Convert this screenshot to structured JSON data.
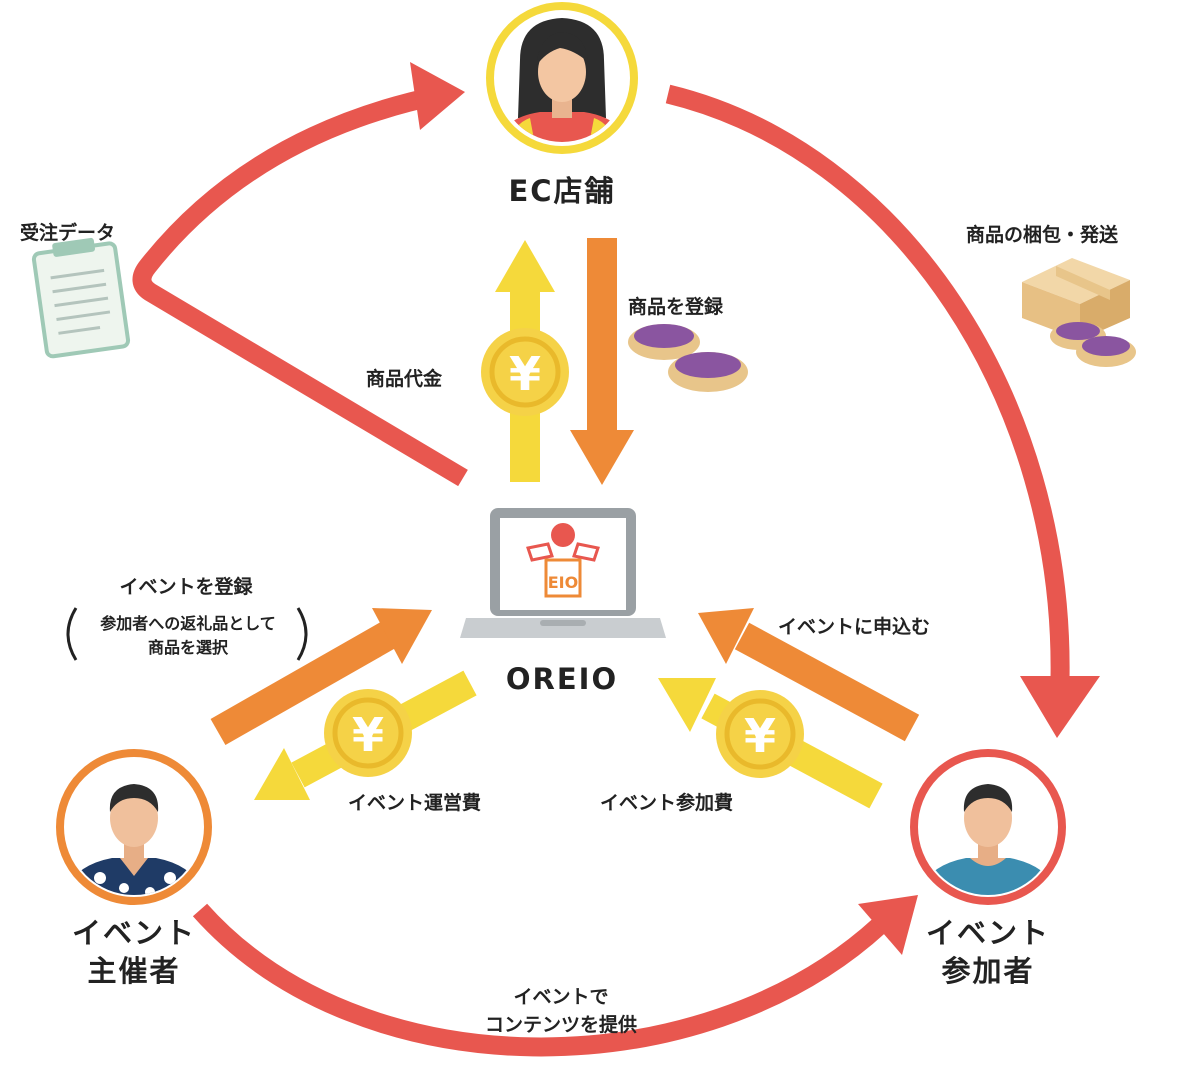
{
  "nodes": {
    "ec_shop": "EC店舗",
    "oreio": "OREIO",
    "organizer_line1": "イベント",
    "organizer_line2": "主催者",
    "participant_line1": "イベント",
    "participant_line2": "参加者"
  },
  "flows": {
    "order_data": "受注データ",
    "pack_ship": "商品の梱包・発送",
    "register_product": "商品を登録",
    "product_payment": "商品代金",
    "register_event": "イベントを登録",
    "register_event_note_line1": "参加者への返礼品として",
    "register_event_note_line2": "商品を選択",
    "apply_event": "イベントに申込む",
    "operation_fee": "イベント運営費",
    "participation_fee": "イベント参加費",
    "provide_content_line1": "イベントで",
    "provide_content_line2": "コンテンツを提供"
  },
  "icons": {
    "coin": "yen-coin-icon",
    "clipboard": "clipboard-icon",
    "box": "cardboard-box-icon",
    "products": "sweet-potato-dish-icon",
    "laptop": "laptop-icon",
    "logo": "oreio-logo-icon"
  },
  "colors": {
    "red": "#E8574F",
    "orange": "#EE8A37",
    "yellow": "#F5D93B",
    "coin": "#F5D247",
    "shop_ring": "#F5D93B",
    "organizer_ring": "#EE8A37",
    "participant_ring": "#E8574F"
  }
}
